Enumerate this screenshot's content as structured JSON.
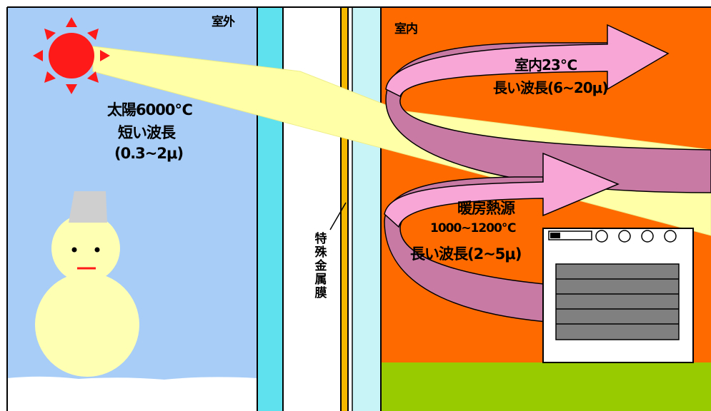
{
  "labels": {
    "outdoor": "室外",
    "indoor": "室内",
    "sun_line1": "太陽6000℃",
    "sun_line2": "短い波長",
    "sun_line3": "(0.3~2μ)",
    "room_line1": "室内23℃",
    "room_line2": "長い波長(6~20μ)",
    "heater_line1": "暖房熱源",
    "heater_line2": "1000~1200℃",
    "heater_line3": "長い波長(2~5μ)",
    "film": "特殊金属膜"
  },
  "colors": {
    "sky": "#a8cdf7",
    "snow": "#ffffff",
    "glass": "#5fe1ee",
    "glass_light": "#c8f4f8",
    "metal_film": "#f5b800",
    "indoor_wall": "#ff6a00",
    "floor": "#99cc00",
    "sunlight": "#ffffa8",
    "arrow_front": "#f7a6d6",
    "arrow_back": "#c97aa4",
    "sun": "#ff1a1a",
    "snowman": "#ffffb3",
    "bucket": "#cfcfcf",
    "heater_body": "#ffffff",
    "heater_grille": "#808080"
  },
  "icons": {
    "sun": "sun-icon",
    "snowman": "snowman-icon",
    "heater": "heater-icon"
  }
}
